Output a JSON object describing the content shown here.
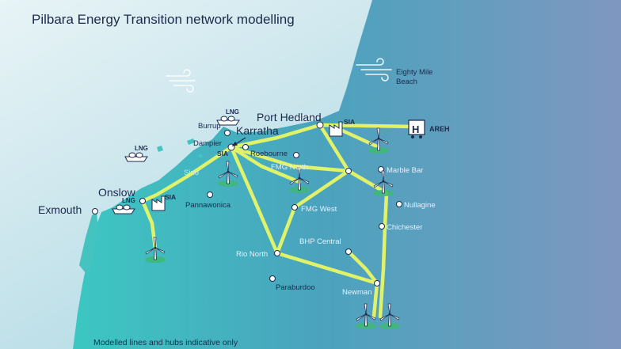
{
  "title": "Pilbara Energy Transition network modelling",
  "footnote": "Modelled lines and hubs indicative only",
  "colors": {
    "ocean_light": "#cfe9ee",
    "land_left": "#39c4c4",
    "land_mid": "#4aa6be",
    "land_right": "#7d98bf",
    "line": "#dff26a",
    "text": "#1d2a4d"
  },
  "places": {
    "port_hedland": "Port Hedland",
    "karratha": "Karratha",
    "onslow": "Onslow",
    "exmouth": "Exmouth",
    "eighty_mile_beach": "Eighty Mile Beach",
    "burrup": "Burrup",
    "dampier": "Dampier",
    "roebourne": "Roebourne",
    "sino": "Sino",
    "pannawonica": "Pannawonica",
    "fmg_north": "FMG North",
    "fmg_west": "FMG West",
    "marble_bar": "Marble Bar",
    "nullagine": "Nullagine",
    "chichester": "Chichester",
    "bhp_central": "BHP Central",
    "rio_north": "Rio North",
    "paraburdoo": "Paraburdoo",
    "newman": "Newman"
  },
  "badges": {
    "lng": "LNG",
    "sia": "SIA",
    "h": "H",
    "areh": "AREH"
  },
  "icons": [
    "wind-turbine-icon",
    "lng-ship-icon",
    "factory-icon",
    "hydrogen-hub-icon",
    "wind-gust-icon",
    "arrow-icon"
  ]
}
